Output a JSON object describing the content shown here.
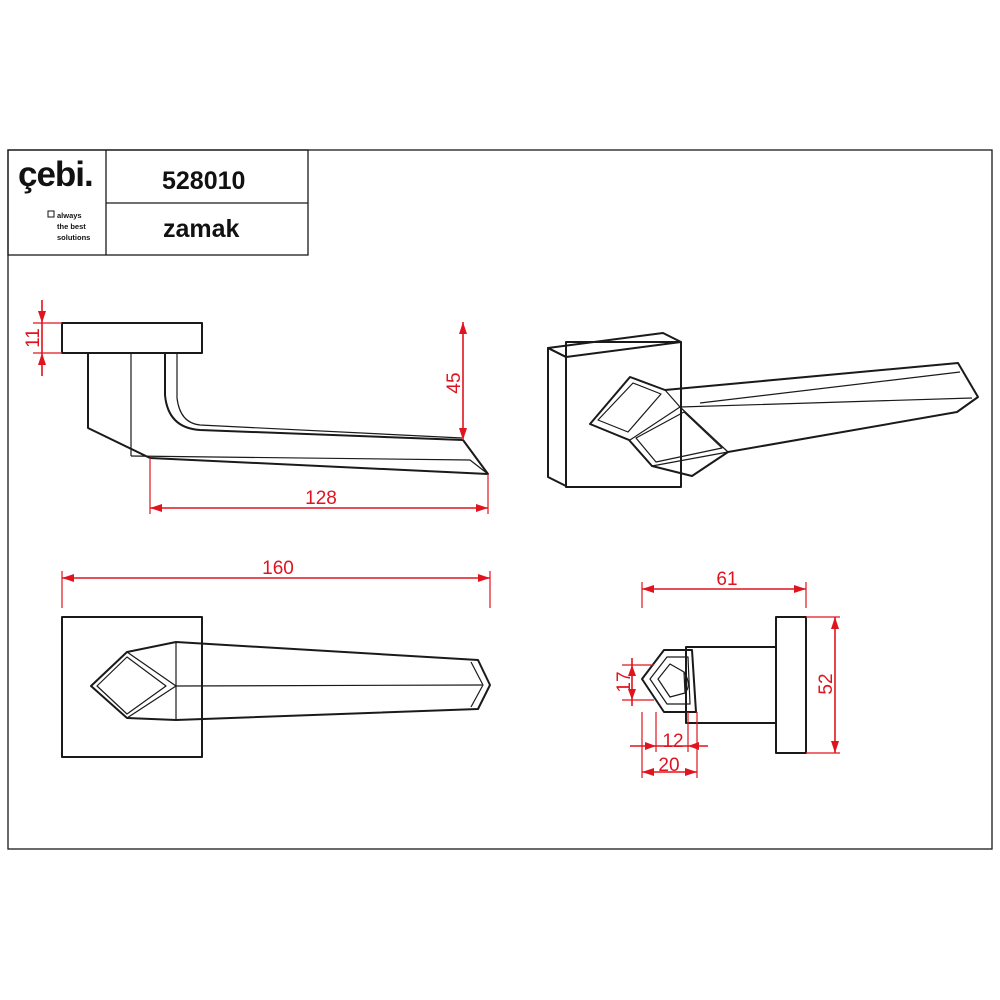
{
  "title_block": {
    "brand": "çebi.",
    "tagline": [
      "always",
      "the best",
      "solutions"
    ],
    "code": "528010",
    "material": "zamak"
  },
  "dimensions": {
    "rose_thickness": "11",
    "lever_height": "45",
    "lever_projection": "128",
    "overall_length": "160",
    "rose_to_tip_side": "61",
    "rose_size": "52",
    "grip_height": "17",
    "grip_width_inner": "12",
    "grip_width_outer": "20"
  },
  "colors": {
    "outline": "#1a1a1a",
    "dimension": "#e0141e"
  }
}
